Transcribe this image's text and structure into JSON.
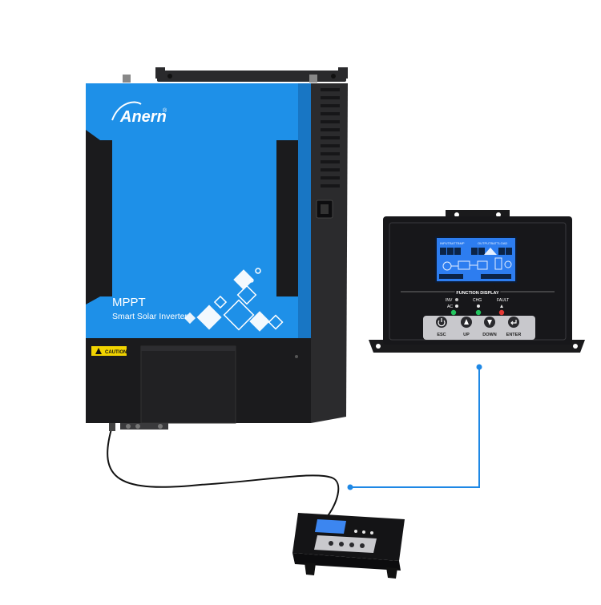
{
  "inverter": {
    "brand": "Anern",
    "brand_mark": "®",
    "model_line1": "MPPT",
    "model_line2": "Smart Solar Inverter",
    "caution_label": "CAUTION",
    "panel_color": "#1e90e8",
    "body_color": "#1b1b1d"
  },
  "remote_display": {
    "function_label": "FUNCTION DISPLAY",
    "lcd_top_left": "INPUTBATTBMP",
    "lcd_top_right": "OUTPUTBATTLOAD",
    "indicators": [
      {
        "label": "INV",
        "color": "#bfbfbf"
      },
      {
        "label": "AC",
        "color": "#e6e6e6"
      },
      {
        "label": "CHG",
        "color": "#e6e6e6"
      },
      {
        "label": "FAULT",
        "color": "#e6e6e6"
      }
    ],
    "buttons": [
      {
        "label": "ESC",
        "icon": "power-icon"
      },
      {
        "label": "UP",
        "icon": "arrow-up-icon"
      },
      {
        "label": "DOWN",
        "icon": "arrow-down-icon"
      },
      {
        "label": "ENTER",
        "icon": "enter-icon"
      }
    ],
    "led_colors": {
      "green": "#22c55e",
      "red": "#e53935"
    }
  },
  "connector_color": "#1e88e5"
}
